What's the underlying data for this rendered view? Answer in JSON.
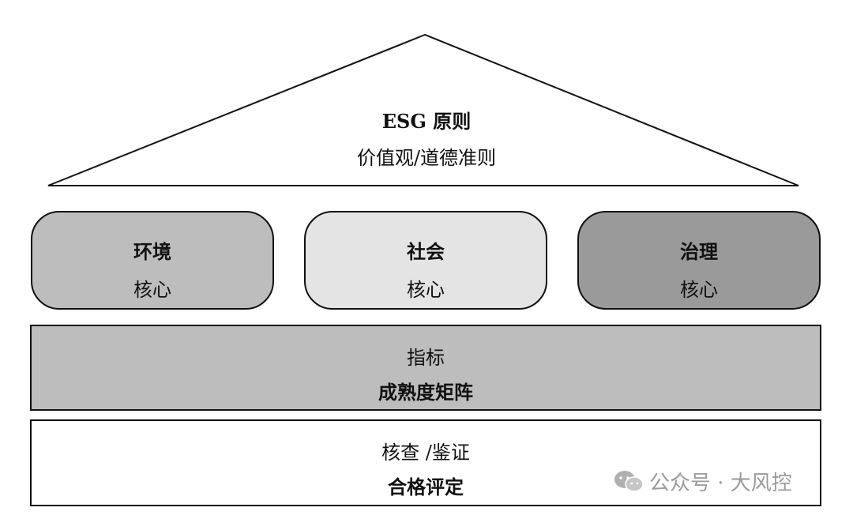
{
  "roof": {
    "title": "ESG 原则",
    "subtitle": "价值观/道德准则"
  },
  "pillars": [
    {
      "title": "环境",
      "subtitle": "核心",
      "color": "#bdbdbd"
    },
    {
      "title": "社会",
      "subtitle": "核心",
      "color": "#e4e4e4"
    },
    {
      "title": "治理",
      "subtitle": "核心",
      "color": "#9a9a9a"
    }
  ],
  "indicator_band": {
    "line1": "指标",
    "line2": "成熟度矩阵"
  },
  "verification_band": {
    "line1": "核查 /鉴证",
    "line2": "合格评定"
  },
  "watermark": {
    "text": "公众号 · 大风控",
    "icon": "wechat-icon"
  }
}
